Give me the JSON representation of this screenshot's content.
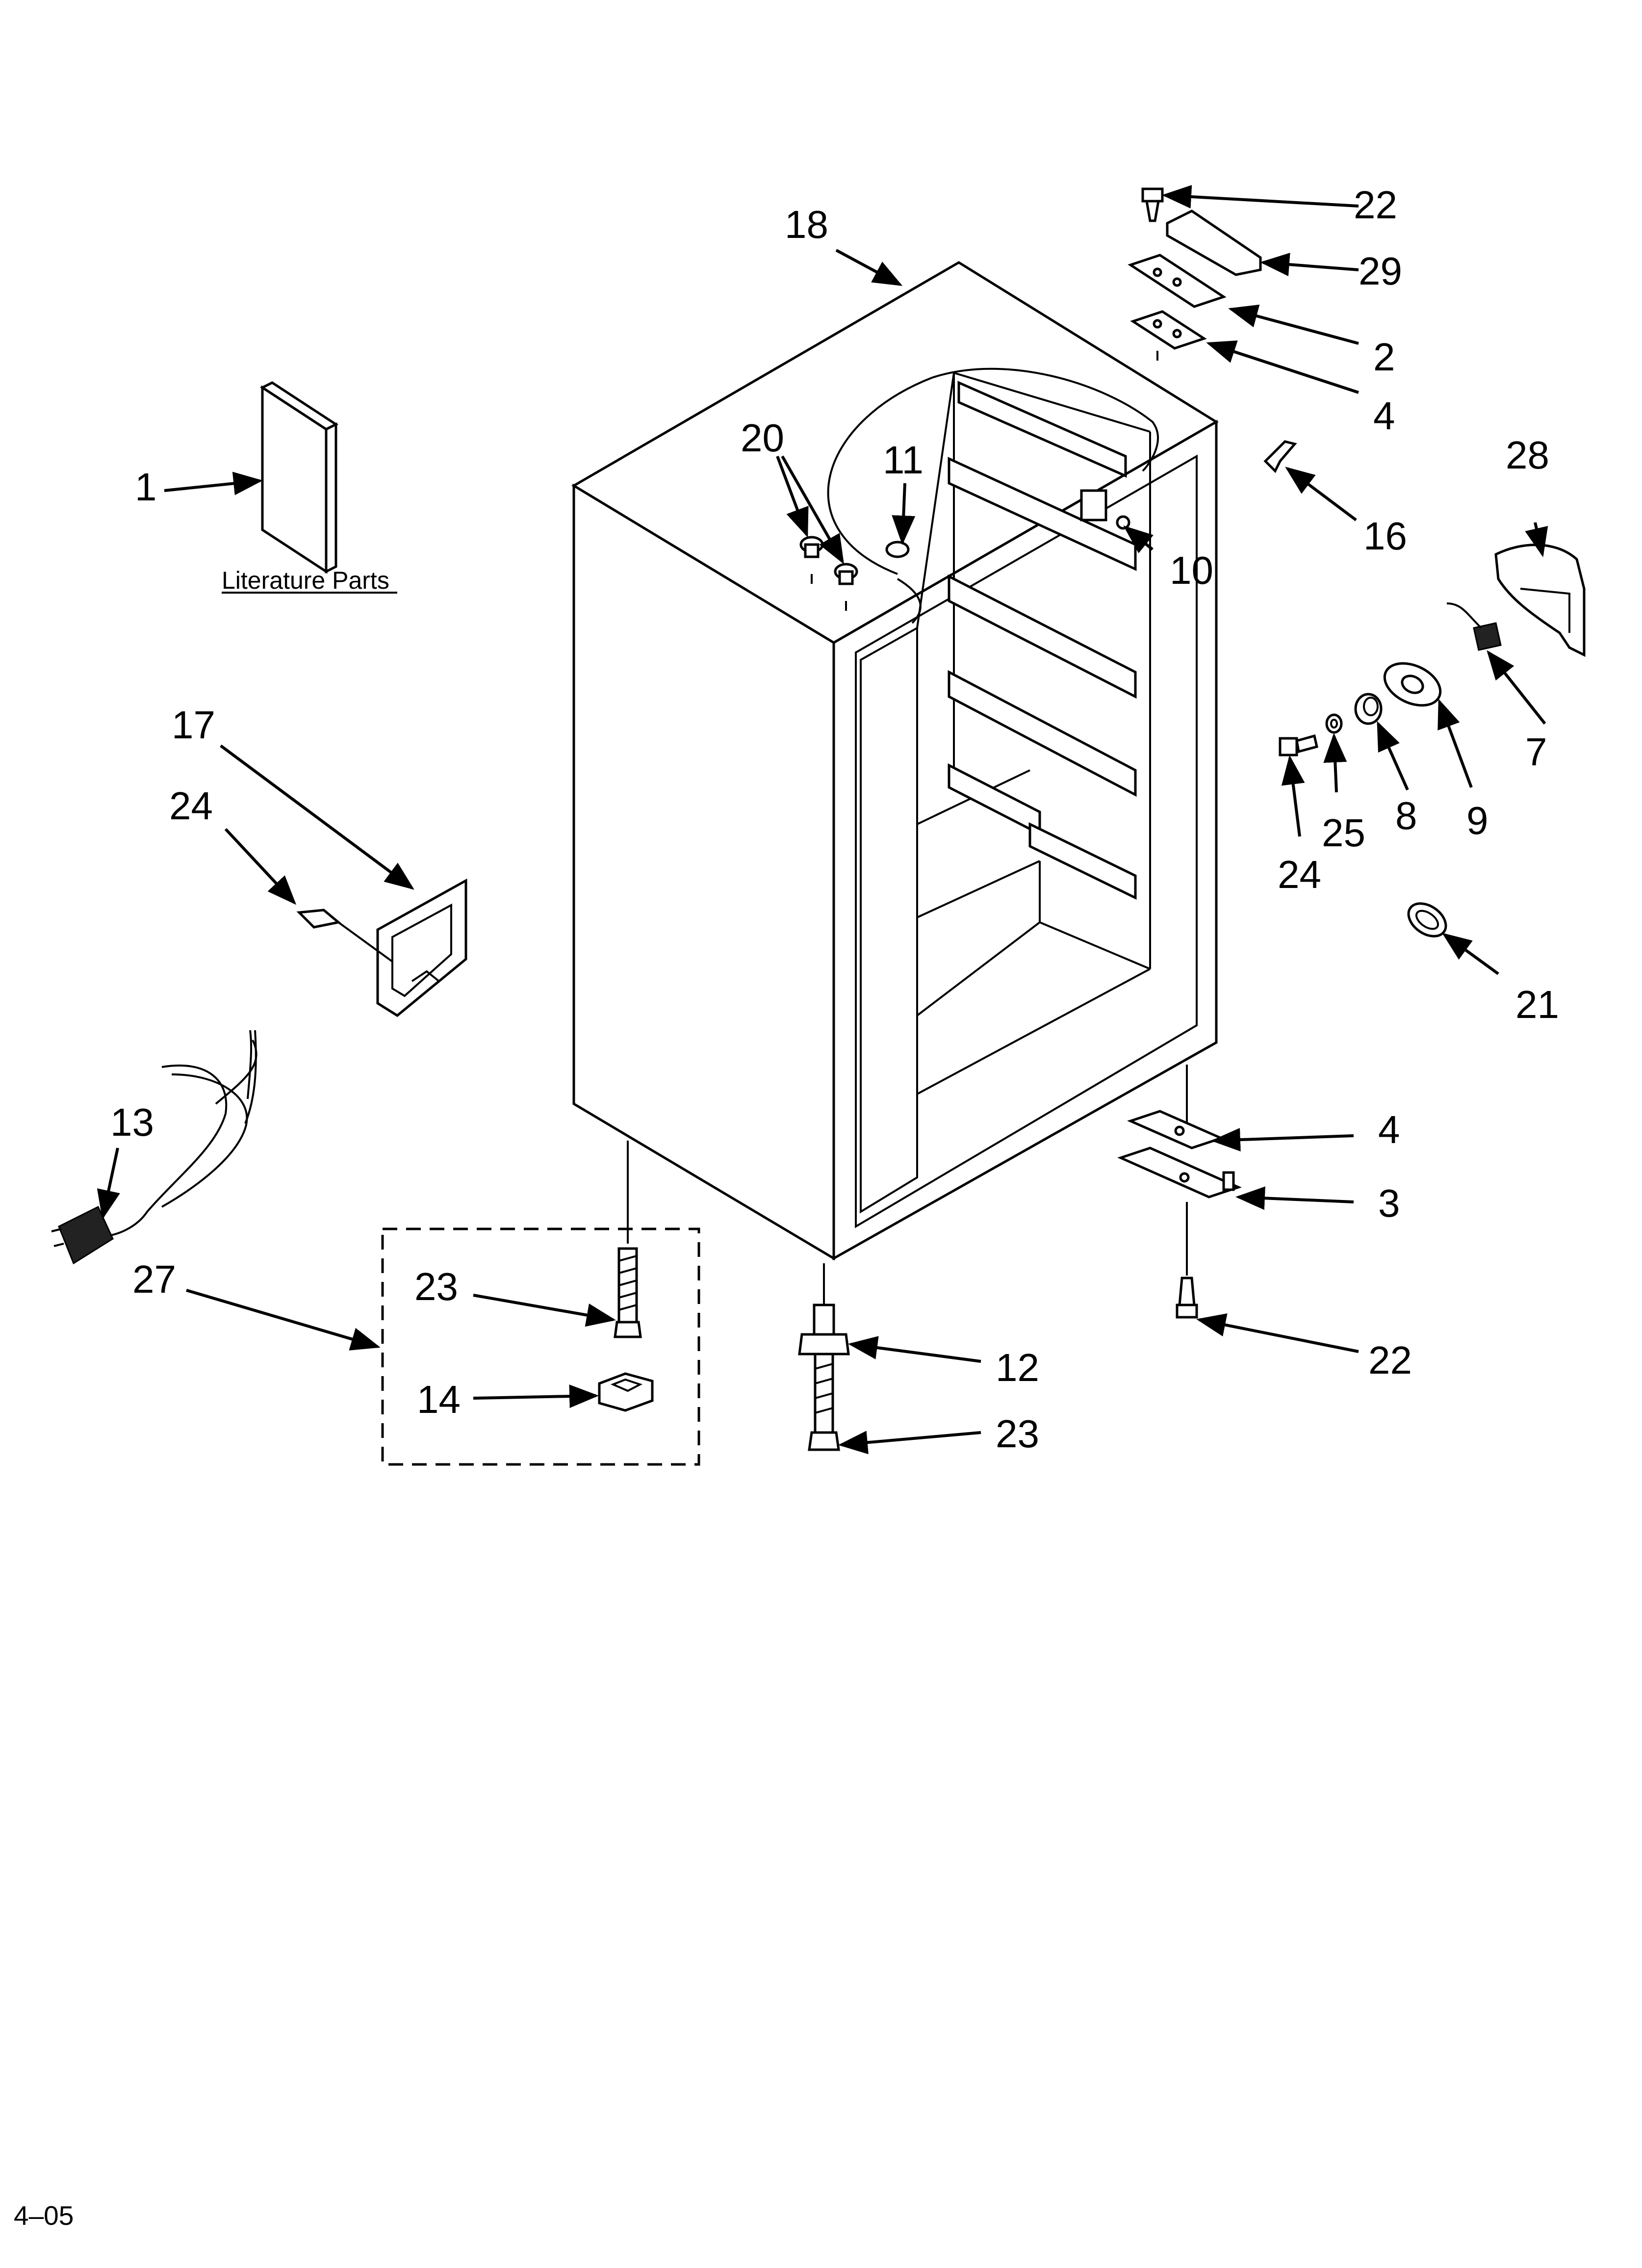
{
  "diagram": {
    "literature_caption": "Literature Parts",
    "footer_code": "4–05",
    "callouts": [
      {
        "id": "c1",
        "label": "1"
      },
      {
        "id": "c2",
        "label": "2"
      },
      {
        "id": "c3",
        "label": "3"
      },
      {
        "id": "c4a",
        "label": "4"
      },
      {
        "id": "c4b",
        "label": "4"
      },
      {
        "id": "c7",
        "label": "7"
      },
      {
        "id": "c8",
        "label": "8"
      },
      {
        "id": "c9",
        "label": "9"
      },
      {
        "id": "c10",
        "label": "10"
      },
      {
        "id": "c11",
        "label": "11"
      },
      {
        "id": "c12",
        "label": "12"
      },
      {
        "id": "c13",
        "label": "13"
      },
      {
        "id": "c14",
        "label": "14"
      },
      {
        "id": "c16",
        "label": "16"
      },
      {
        "id": "c17",
        "label": "17"
      },
      {
        "id": "c18",
        "label": "18"
      },
      {
        "id": "c20",
        "label": "20"
      },
      {
        "id": "c21",
        "label": "21"
      },
      {
        "id": "c22a",
        "label": "22"
      },
      {
        "id": "c22b",
        "label": "22"
      },
      {
        "id": "c23a",
        "label": "23"
      },
      {
        "id": "c23b",
        "label": "23"
      },
      {
        "id": "c24a",
        "label": "24"
      },
      {
        "id": "c24b",
        "label": "24"
      },
      {
        "id": "c25",
        "label": "25"
      },
      {
        "id": "c27",
        "label": "27"
      },
      {
        "id": "c28",
        "label": "28"
      },
      {
        "id": "c29",
        "label": "29"
      }
    ]
  }
}
